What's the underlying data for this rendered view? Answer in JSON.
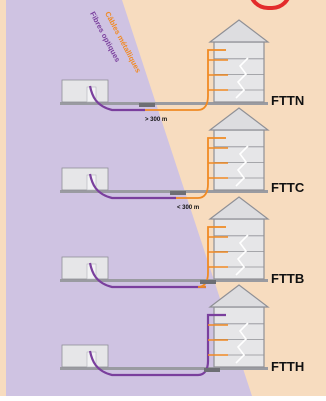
{
  "colors": {
    "fiber": "#7a3f9d",
    "copper": "#f08a24",
    "fiber_zone": "#cfc3e2",
    "copper_zone": "#f7dcbf",
    "building": "#e6e6e8",
    "building_stroke": "#8f9096",
    "accent_mark": "#e32b2b"
  },
  "legend": {
    "fiber": "Fibres optiques",
    "copper": "Câbles métalliques"
  },
  "rows": [
    {
      "label": "FTTN",
      "distance": "> 300 m"
    },
    {
      "label": "FTTC",
      "distance": "< 300 m"
    },
    {
      "label": "FTTB",
      "distance": ""
    },
    {
      "label": "FTTH",
      "distance": ""
    }
  ]
}
